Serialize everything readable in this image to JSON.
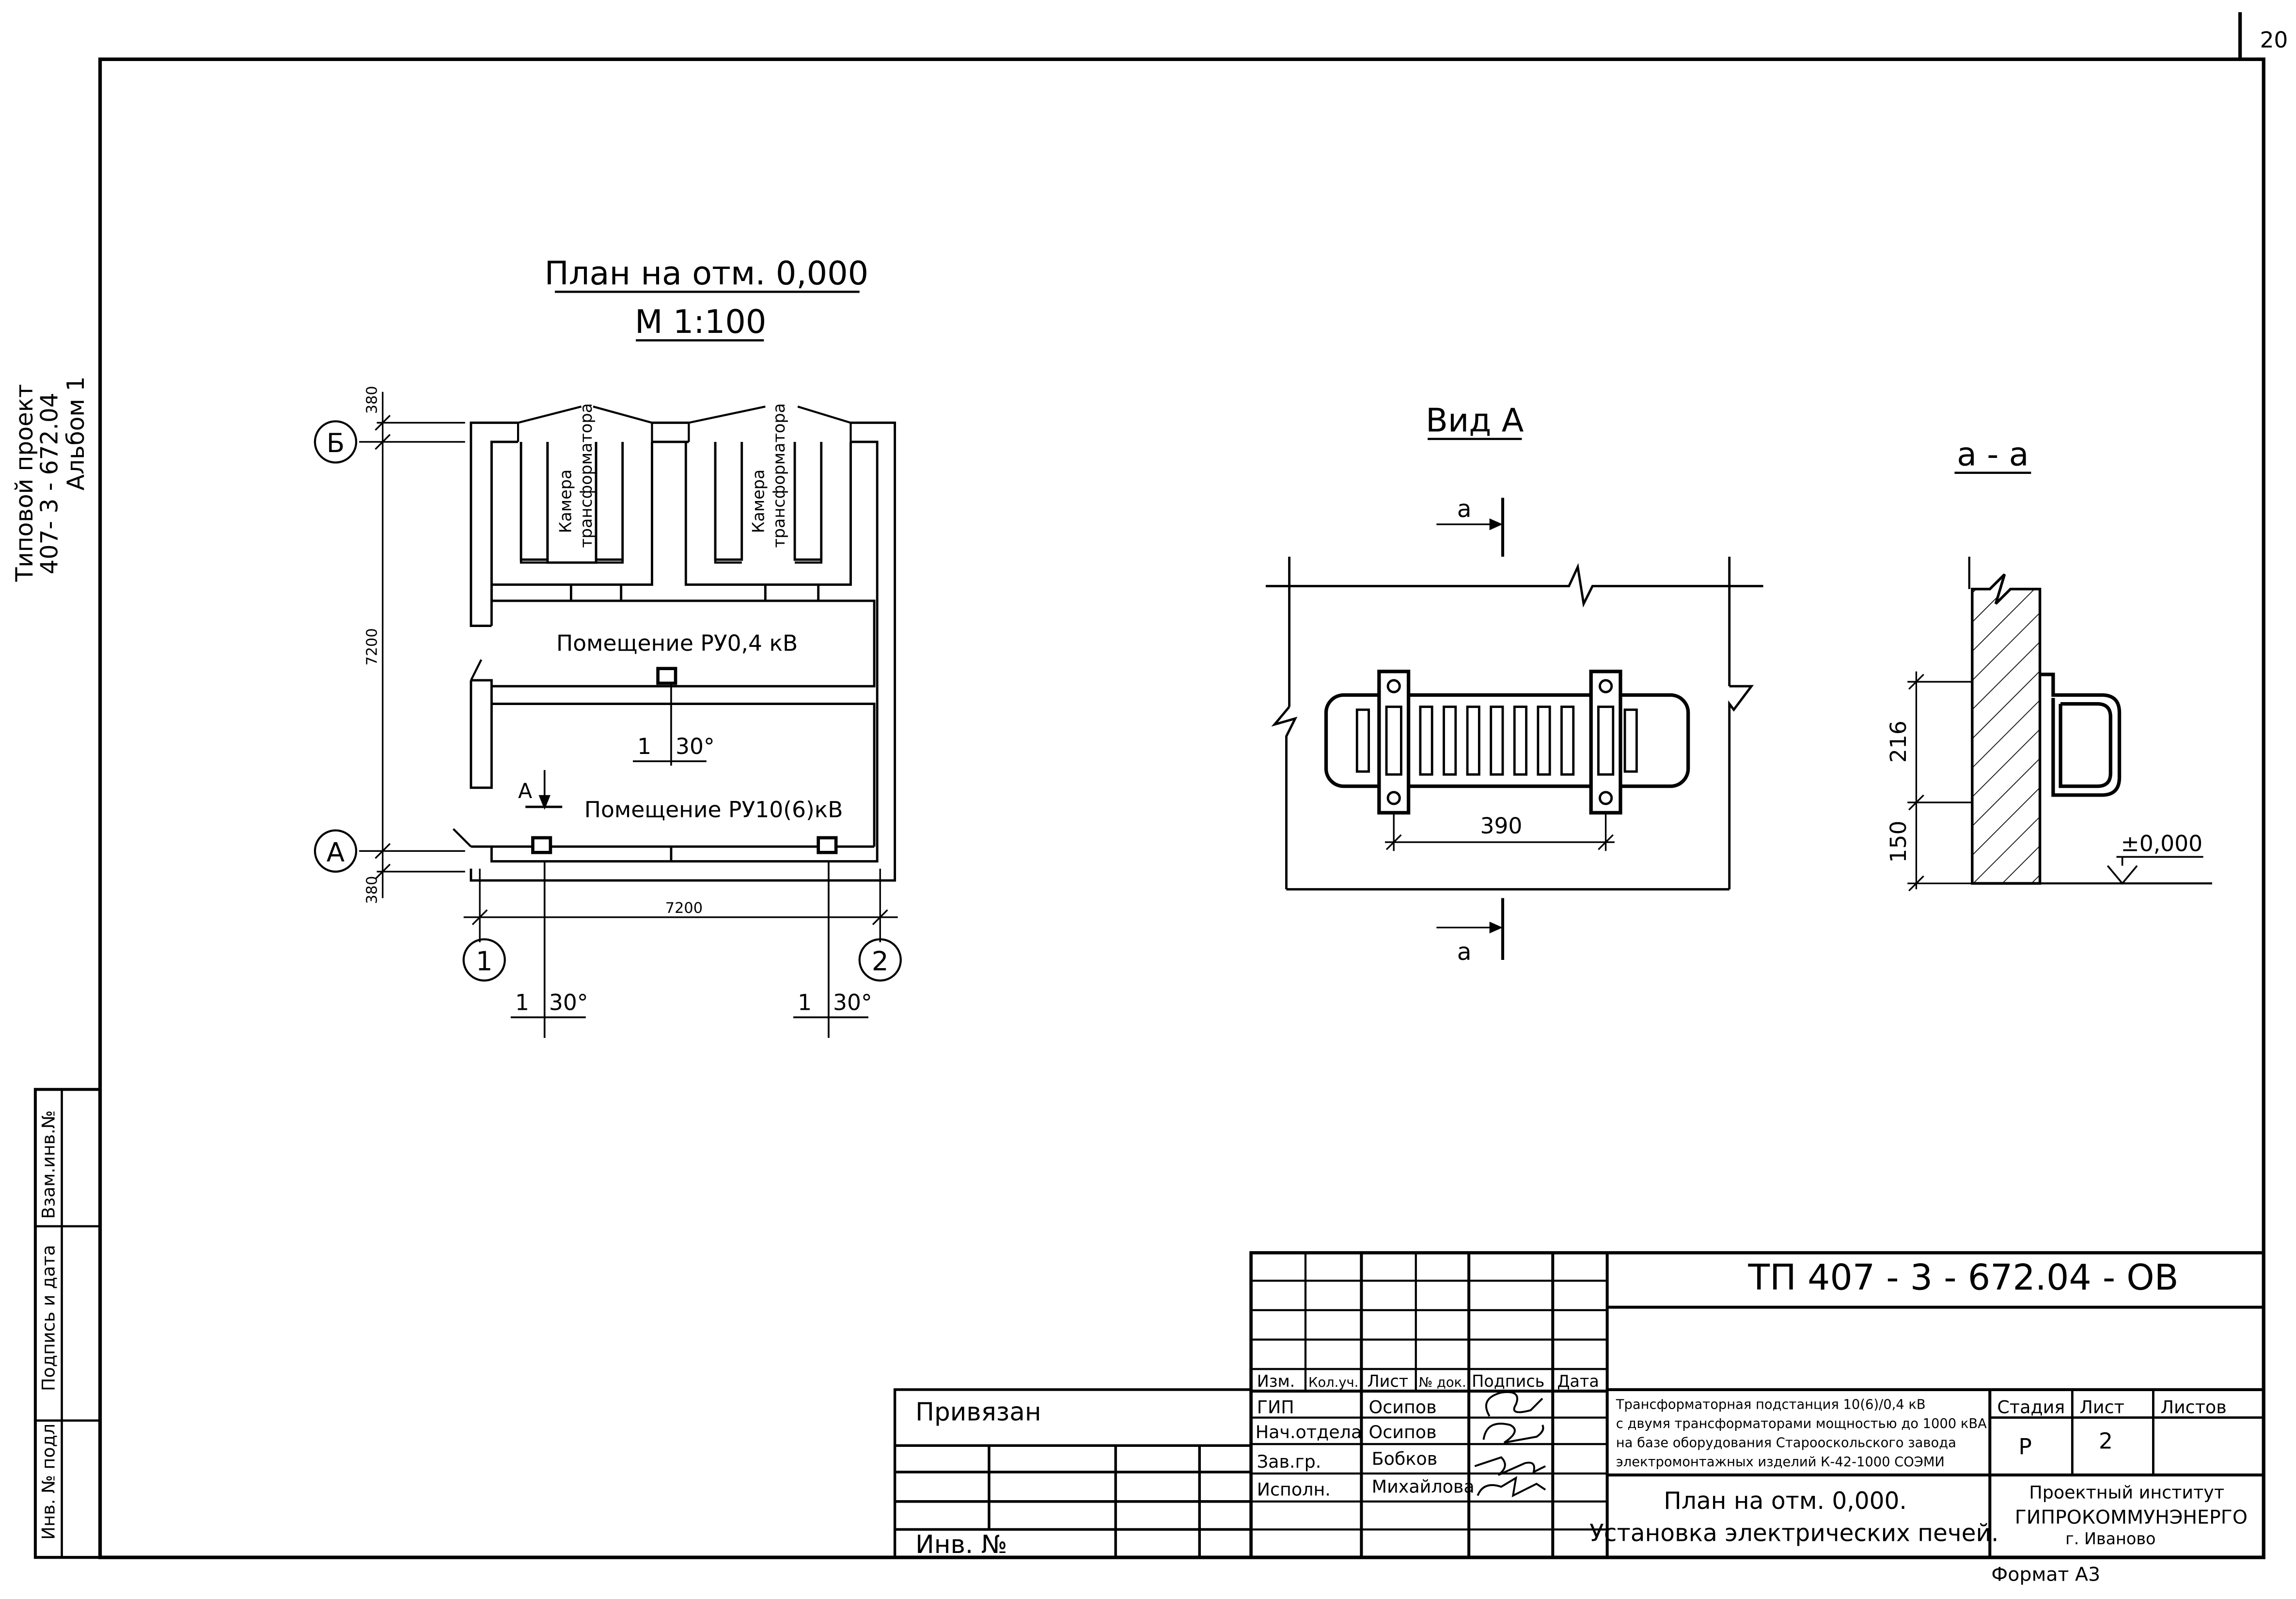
{
  "page_number": "20",
  "side_label": {
    "line1": "Типовой проект",
    "line2": "407- 3 - 672.04",
    "line3": "Альбом 1"
  },
  "left_stamp": {
    "vzam_inv": "Взам.инв.№",
    "podpis_data": "Подпись и дата",
    "inv_podl": "Инв. № подл."
  },
  "plan": {
    "title": "План на отм. 0,000",
    "scale": "М 1:100",
    "axis_b": "Б",
    "axis_a": "А",
    "axis_1": "1",
    "axis_2": "2",
    "dim_top": "380",
    "dim_height": "7200",
    "dim_bottom": "380",
    "dim_width": "7200",
    "chamber_label_line1": "Камера",
    "chamber_label_line2": "трансформатора",
    "room_ru04": "Помещение   РУ0,4 кВ",
    "room_ru10": "Помещение РУ10(6)кВ",
    "view_marker": "А",
    "heater_mark_qty": "1",
    "heater_mark_angle": "30°"
  },
  "view_a": {
    "title": "Вид А",
    "section_mark": "а",
    "dim_390": "390"
  },
  "section_aa": {
    "title": "а - а",
    "dim_216": "216",
    "dim_150": "150",
    "level": "±0,000"
  },
  "title_block": {
    "code": "ТП   407 - 3 - 672.04 - ОВ",
    "privyazan": "Привязан",
    "inv_no": "Инв. №",
    "headers": {
      "izm": "Изм.",
      "kol_uch": "Кол.уч.",
      "list": "Лист",
      "n_dok": "№ док.",
      "podpis": "Подпись",
      "data": "Дата"
    },
    "roles": [
      {
        "role": "ГИП",
        "name": "Осипов"
      },
      {
        "role": "Нач.отдела",
        "name": "Осипов"
      },
      {
        "role": "Зав.гр.",
        "name": "Бобков"
      },
      {
        "role": "Исполн.",
        "name": "Михайлова"
      }
    ],
    "description_lines": [
      "Трансформаторная подстанция 10(6)/0,4 кВ",
      "с двумя трансформаторами мощностью до 1000 кВА",
      "на базе оборудования Старооскольского завода",
      "электромонтажных изделий К-42-1000 СОЭМИ"
    ],
    "stage_label": "Стадия",
    "sheet_label": "Лист",
    "sheets_label": "Листов",
    "stage_value": "Р",
    "sheet_value": "2",
    "sheet_title_line1": "План на отм. 0,000.",
    "sheet_title_line2": "Установка электрических печей.",
    "institute_line1": "Проектный институт",
    "institute_line2": "ГИПРОКОММУНЭНЕРГО",
    "institute_line3": "г. Иваново",
    "format": "Формат А3"
  }
}
